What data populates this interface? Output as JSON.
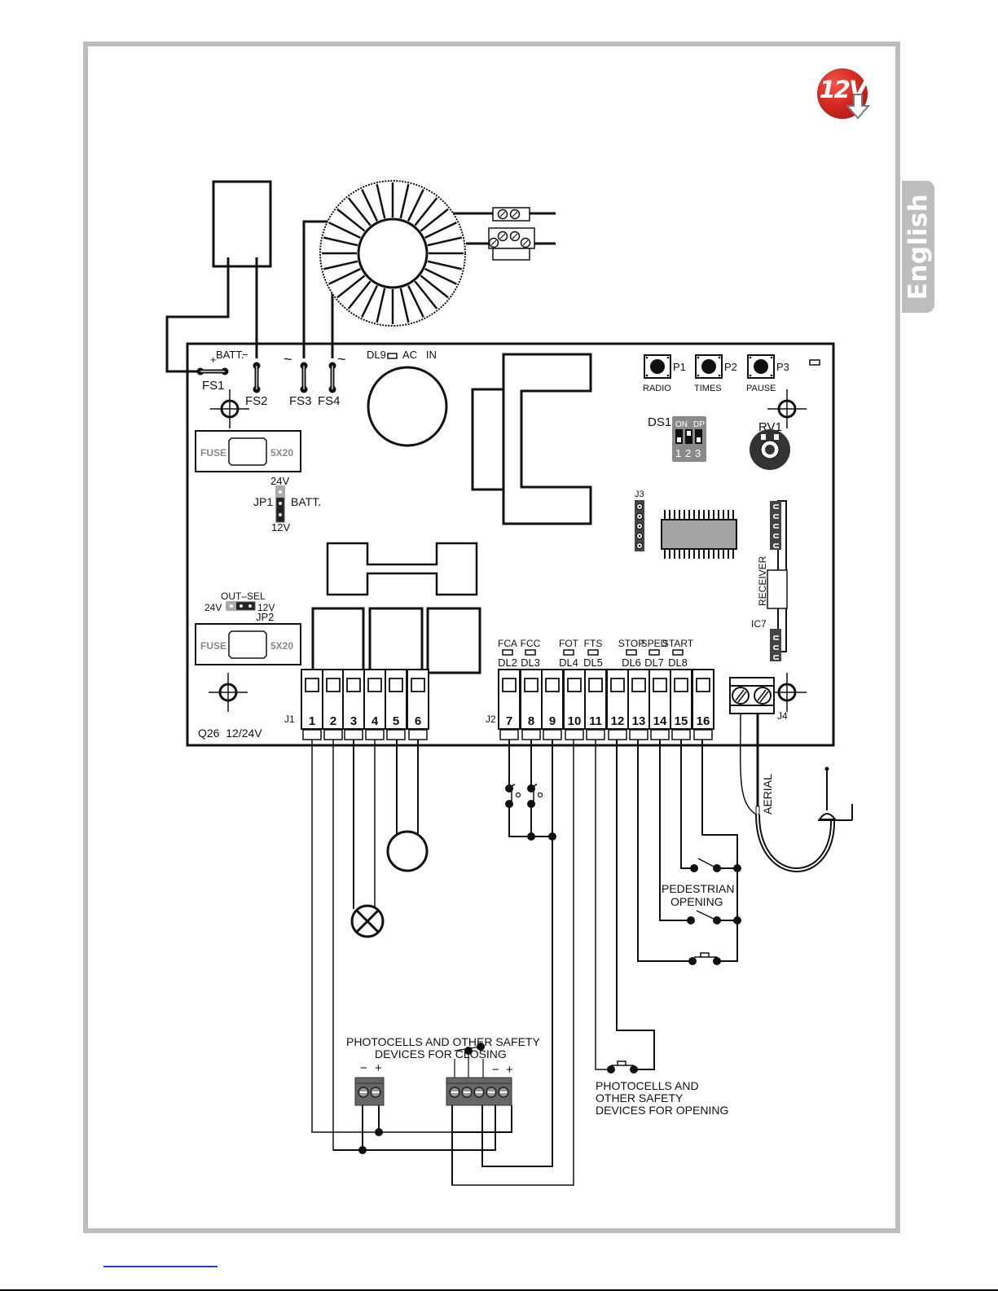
{
  "page": {
    "language_tab": "English",
    "voltage_badge": "12V",
    "colors": {
      "frame": "#bcbdbf",
      "badge_red": "#d42a22",
      "wire": "#111111",
      "chip_gray": "#a3a3a3",
      "dark_gray": "#555555",
      "link_blue": "#2a3bd6"
    }
  },
  "board": {
    "model_label": "Q26  12/24V",
    "fuses_top": [
      {
        "id": "FS1",
        "polarity": "+",
        "role": "BATT."
      },
      {
        "id": "FS2",
        "polarity": "−",
        "role": ""
      },
      {
        "id": "FS3",
        "polarity": "~",
        "role": ""
      },
      {
        "id": "FS4",
        "polarity": "~",
        "role": ""
      }
    ],
    "batt_label": "BATT.",
    "batt_minus": "−",
    "batt_plus": "+",
    "tilde": "~",
    "dl9": "DL9",
    "ac_in": "AC   IN",
    "fuse_label": "FUSE",
    "fuse_size": "5X20",
    "jp1": {
      "id": "JP1",
      "top": "24V",
      "bottom": "12V",
      "side": "BATT."
    },
    "jp2": {
      "id": "JP2",
      "title": "OUT–SEL",
      "left": "24V",
      "right": "12V"
    },
    "buttons": [
      {
        "id": "P1",
        "label": "RADIO"
      },
      {
        "id": "P2",
        "label": "TIMES"
      },
      {
        "id": "P3",
        "label": "PAUSE"
      }
    ],
    "ds1": {
      "id": "DS1",
      "on": "ON",
      "dp": "DP",
      "switches": [
        "1",
        "2",
        "3"
      ]
    },
    "rv1": "RV1",
    "j3": "J3",
    "receiver": "RECEIVER",
    "ic7": "IC7",
    "j1": {
      "id": "J1",
      "terminals": [
        "1",
        "2",
        "3",
        "4",
        "5",
        "6"
      ]
    },
    "j2": {
      "id": "J2",
      "terminals": [
        "7",
        "8",
        "9",
        "10",
        "11",
        "12",
        "13",
        "14",
        "15",
        "16"
      ]
    },
    "j4": "J4",
    "leds": [
      {
        "name": "FCA",
        "dl": "DL2"
      },
      {
        "name": "FCC",
        "dl": "DL3"
      },
      {
        "name": "FOT",
        "dl": "DL4"
      },
      {
        "name": "FTS",
        "dl": "DL5"
      },
      {
        "name": "STOP",
        "dl": "DL6"
      },
      {
        "name": "SPED",
        "dl": "DL7"
      },
      {
        "name": "START",
        "dl": "DL8"
      }
    ]
  },
  "external": {
    "aerial": "AERIAL",
    "pedestrian": [
      "PEDESTRIAN",
      "OPENING"
    ],
    "photocells_closing": [
      "PHOTOCELLS AND OTHER SAFETY",
      "DEVICES FOR CLOSING"
    ],
    "photocells_opening": [
      "PHOTOCELLS AND",
      "OTHER SAFETY",
      "DEVICES FOR OPENING"
    ],
    "rx_polarity": [
      "−",
      "+"
    ],
    "tx_polarity": [
      "−",
      "+"
    ]
  }
}
